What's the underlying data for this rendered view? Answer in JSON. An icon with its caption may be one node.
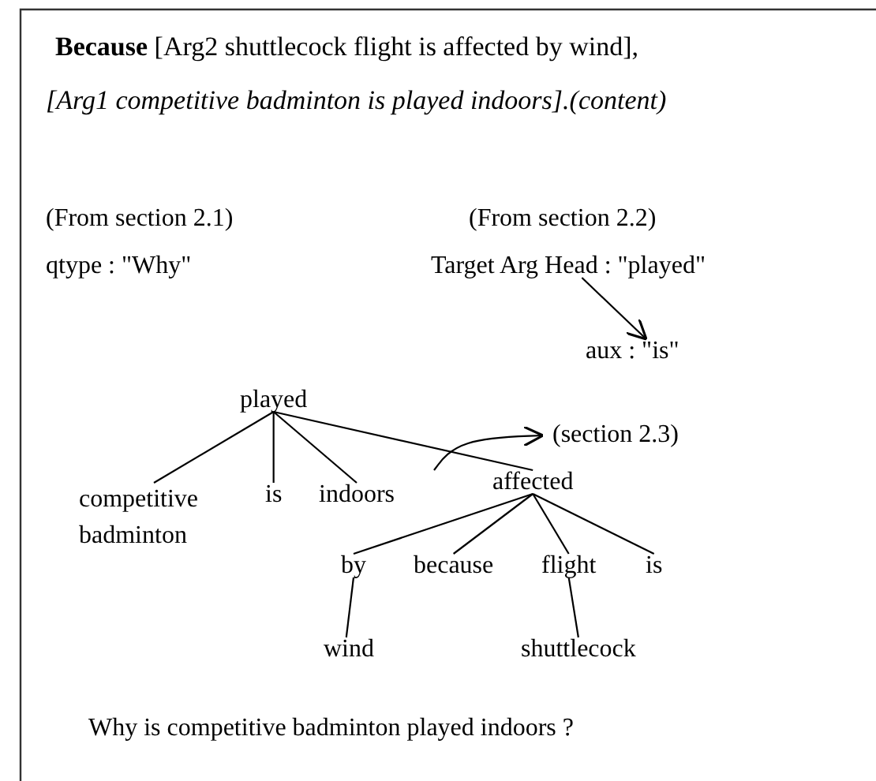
{
  "diagram": {
    "nodes": [
      {
        "text": [
          "Target Arg Head : \"played\""
        ]
      },
      {
        "text": [
          "aux : \"is\""
        ]
      },
      {
        "text": [
          "played"
        ]
      },
      {
        "text": [
          "competitive badminton"
        ]
      },
      {
        "text": [
          "is"
        ]
      },
      {
        "text": [
          "indoors"
        ]
      },
      {
        "text": [
          "affected"
        ]
      },
      {
        "text": [
          "by"
        ]
      },
      {
        "text": [
          "because"
        ]
      },
      {
        "text": [
          "flight"
        ]
      },
      {
        "text": [
          "is"
        ]
      },
      {
        "text": [
          "wind"
        ]
      },
      {
        "text": [
          "shuttlecock"
        ]
      },
      {
        "text": [
          "(section 2.3)"
        ]
      }
    ],
    "edges": [
      {
        "from": 0,
        "to": 1,
        "arrow": "to"
      },
      {
        "from": 2,
        "to": 3,
        "arrow": "none"
      },
      {
        "from": 2,
        "to": 4,
        "arrow": "none"
      },
      {
        "from": 2,
        "to": 5,
        "arrow": "none"
      },
      {
        "from": 2,
        "to": 6,
        "arrow": "none"
      },
      {
        "from": 6,
        "to": 7,
        "arrow": "none"
      },
      {
        "from": 6,
        "to": 8,
        "arrow": "none"
      },
      {
        "from": 6,
        "to": 9,
        "arrow": "none"
      },
      {
        "from": 6,
        "to": 10,
        "arrow": "none"
      },
      {
        "from": 7,
        "to": 11,
        "arrow": "none"
      },
      {
        "from": 9,
        "to": 12,
        "arrow": "none"
      },
      {
        "from": null,
        "to": 13,
        "arrow": "to"
      }
    ],
    "labels": [
      "**Because** [Arg2 shuttlecock flight is affected by wind],",
      "[Arg1 competitive badminton is played indoors].(content)",
      "(From section 2.1)",
      "(From section 2.2)",
      "qtype : \"Why\"",
      "Why is competitive badminton played indoors ?"
    ]
  }
}
